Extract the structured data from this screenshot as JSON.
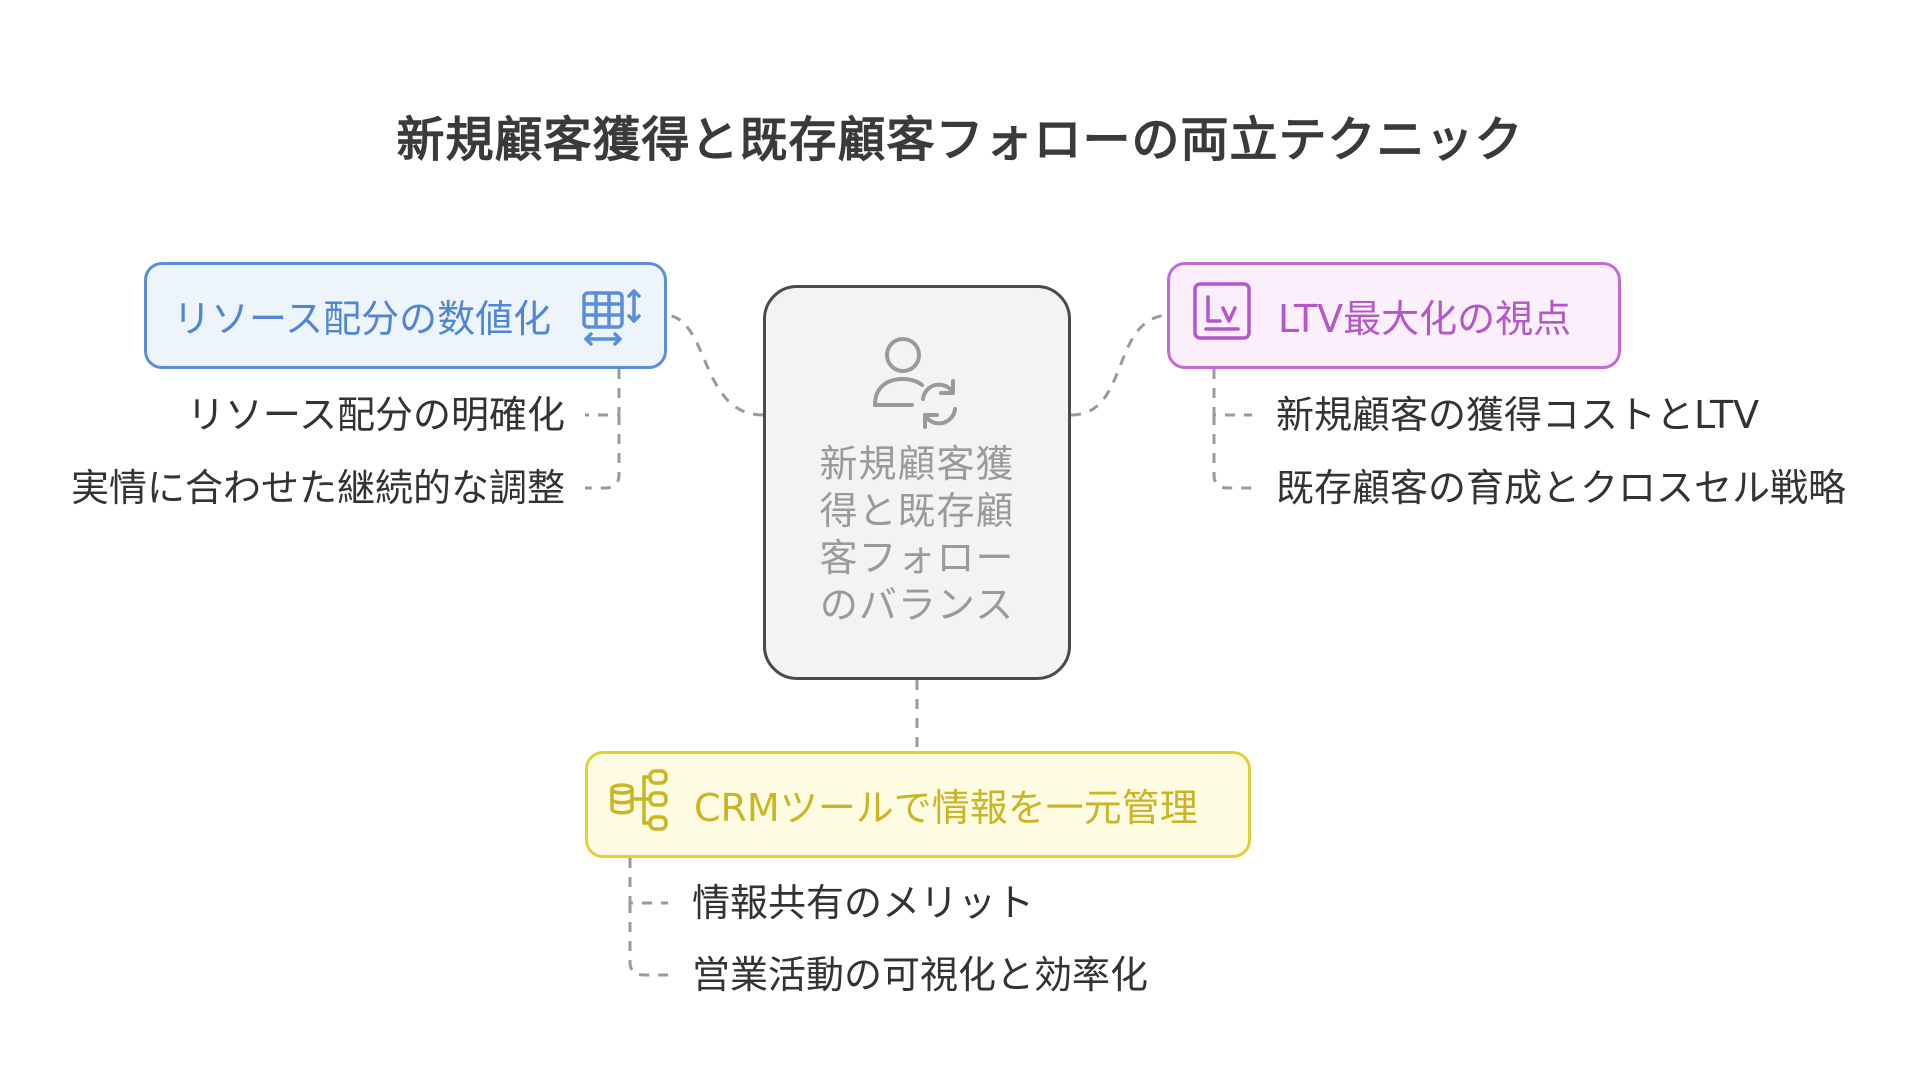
{
  "title": "新規顧客獲得と既存顧客フォローの両立テクニック",
  "center": {
    "lines": [
      "新規顧客獲",
      "得と既存顧",
      "客フォロー",
      "のバランス"
    ],
    "icon": "person-sync-icon"
  },
  "nodes": {
    "resource": {
      "label": "リソース配分の数値化",
      "icon": "table-resize-icon",
      "color": "#5b8ed9",
      "items": [
        "リソース配分の明確化",
        "実情に合わせた継続的な調整"
      ]
    },
    "ltv": {
      "label": "LTV最大化の視点",
      "icon": "lv-badge-icon",
      "color": "#c46ad8",
      "items": [
        "新規顧客の獲得コストとLTV",
        "既存顧客の育成とクロスセル戦略"
      ]
    },
    "crm": {
      "label": "CRMツールで情報を一元管理",
      "icon": "database-flow-icon",
      "color": "#e2cf3a",
      "items": [
        "情報共有のメリット",
        "営業活動の可視化と効率化"
      ]
    }
  }
}
